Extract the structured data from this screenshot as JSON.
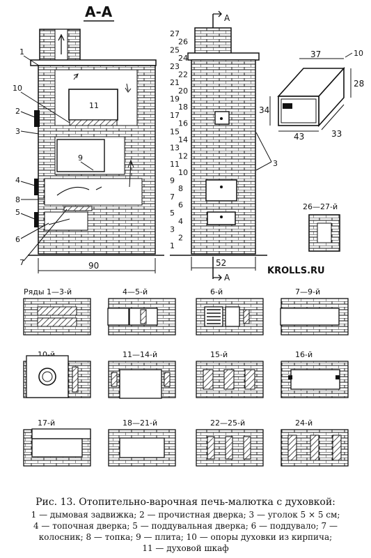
{
  "section_title": "А-А",
  "cut_marker": "А",
  "callouts_left": [
    "1",
    "10",
    "2",
    "3",
    "4",
    "8",
    "5",
    "6",
    "7"
  ],
  "inner_labels": {
    "plate_label": "9",
    "oven_label": "11"
  },
  "row_numbers": [
    "27",
    "26",
    "25",
    "24",
    "23",
    "22",
    "21",
    "20",
    "19",
    "18",
    "17",
    "16",
    "15",
    "14",
    "13",
    "12",
    "11",
    "10",
    "9",
    "8",
    "7",
    "6",
    "5",
    "4",
    "3",
    "2",
    "1"
  ],
  "callout_corner": "3",
  "dimensions": {
    "section_width": "90",
    "facade_width": "52",
    "oven_width": "37",
    "oven_depth": "33",
    "oven_length": "43",
    "oven_height": "28",
    "oven_front": "34",
    "oven_label": "10"
  },
  "watermark": "KROLLS.RU",
  "detail_label": "26—27-й",
  "rows": [
    {
      "label": "Ряды 1—3-й",
      "kind": "full"
    },
    {
      "label": "4—5-й",
      "kind": "ash"
    },
    {
      "label": "6-й",
      "kind": "grate"
    },
    {
      "label": "7—9-й",
      "kind": "firebox"
    },
    {
      "label": "10-й",
      "kind": "plate"
    },
    {
      "label": "11—14-й",
      "kind": "oven"
    },
    {
      "label": "15-й",
      "kind": "cover"
    },
    {
      "label": "16-й",
      "kind": "channels"
    },
    {
      "label": "17-й",
      "kind": "turn"
    },
    {
      "label": "18—21-й",
      "kind": "ring"
    },
    {
      "label": "22—25-й",
      "kind": "grid"
    },
    {
      "label": "24-й",
      "kind": "solid"
    }
  ],
  "caption": {
    "title": "Рис. 13. Отопительно-варочная печь-малютка с духовкой:",
    "line1": "1 — дымовая задвижка; 2 — прочистная дверка; 3 — уголок 5 × 5 см;",
    "line2": "4 — топочная дверка; 5 — поддувальная дверка; 6 — поддувало; 7 —",
    "line3": "колосник; 8 — топка; 9 — плита; 10 — опоры духовки из кирпича;",
    "line4": "11 — духовой шкаф"
  }
}
